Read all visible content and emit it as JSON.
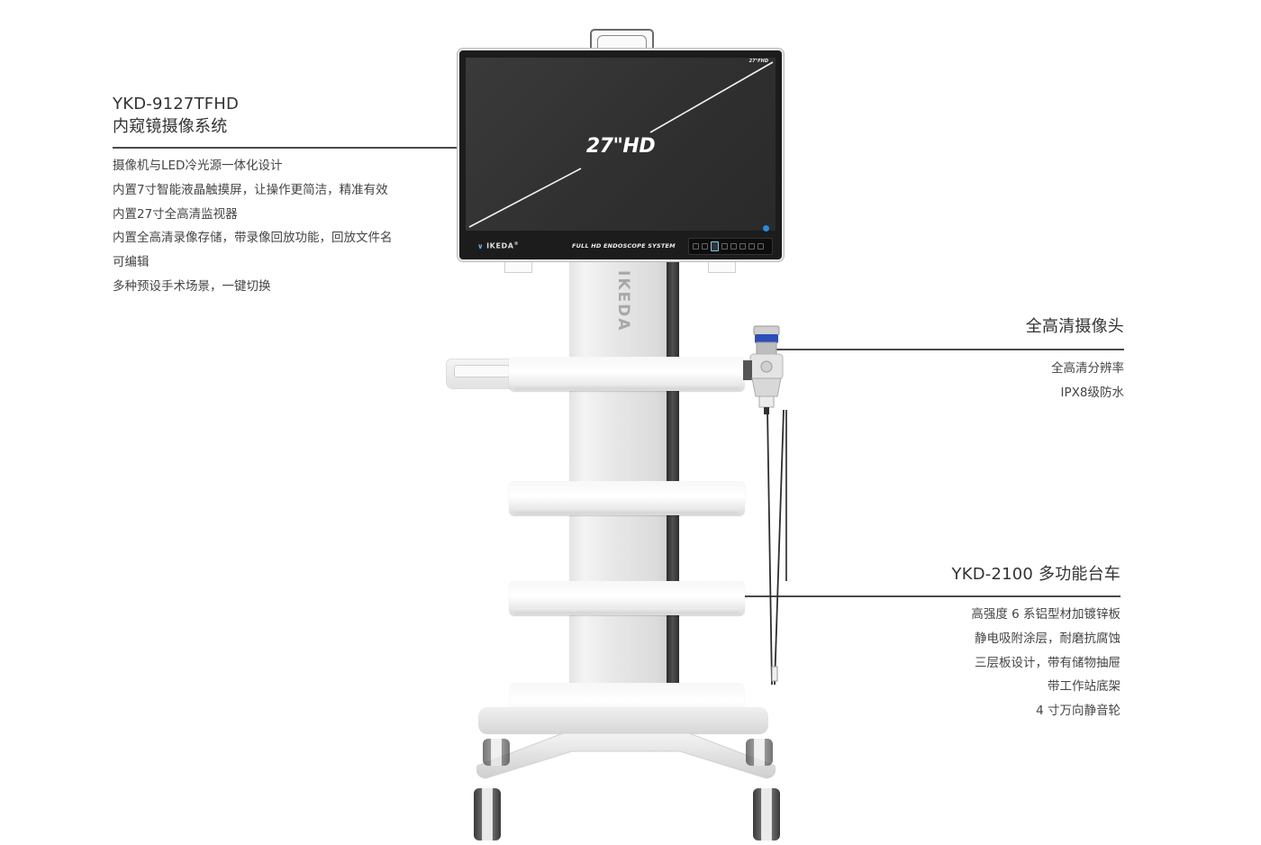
{
  "sections": {
    "monitor_system": {
      "model": "YKD-9127TFHD",
      "name": "内窥镜摄像系统",
      "features": [
        "摄像机与LED冷光源一体化设计",
        "内置7寸智能液晶触摸屏，让操作更简洁，精准有效",
        "内置27寸全高清监视器",
        "内置全高清录像存储，带录像回放功能，回放文件名",
        "可编辑",
        "多种预设手术场景，一键切换"
      ]
    },
    "camera_head": {
      "name": "全高清摄像头",
      "features": [
        "全高清分辨率",
        "IPX8级防水"
      ]
    },
    "cart": {
      "name": "YKD-2100 多功能台车",
      "features": [
        "高强度 6 系铝型材加镀锌板",
        "静电吸附涂层，耐磨抗腐蚀",
        "三层板设计，带有储物抽屉",
        "带工作站底架",
        "4 寸万向静音轮"
      ]
    }
  },
  "product": {
    "screen_label": "27\"HD",
    "screen_corner_label": "27\"FHD",
    "brand": "IKEDA",
    "brand_mark": "®",
    "system_label": "FULL HD ENDOSCOPE SYSTEM",
    "column_brand": "IKEDA"
  },
  "colors": {
    "text": "#333333",
    "leader_line": "#4a4a4a",
    "screen": "#2f2f2f",
    "accent_blue": "#2a8bd6"
  }
}
